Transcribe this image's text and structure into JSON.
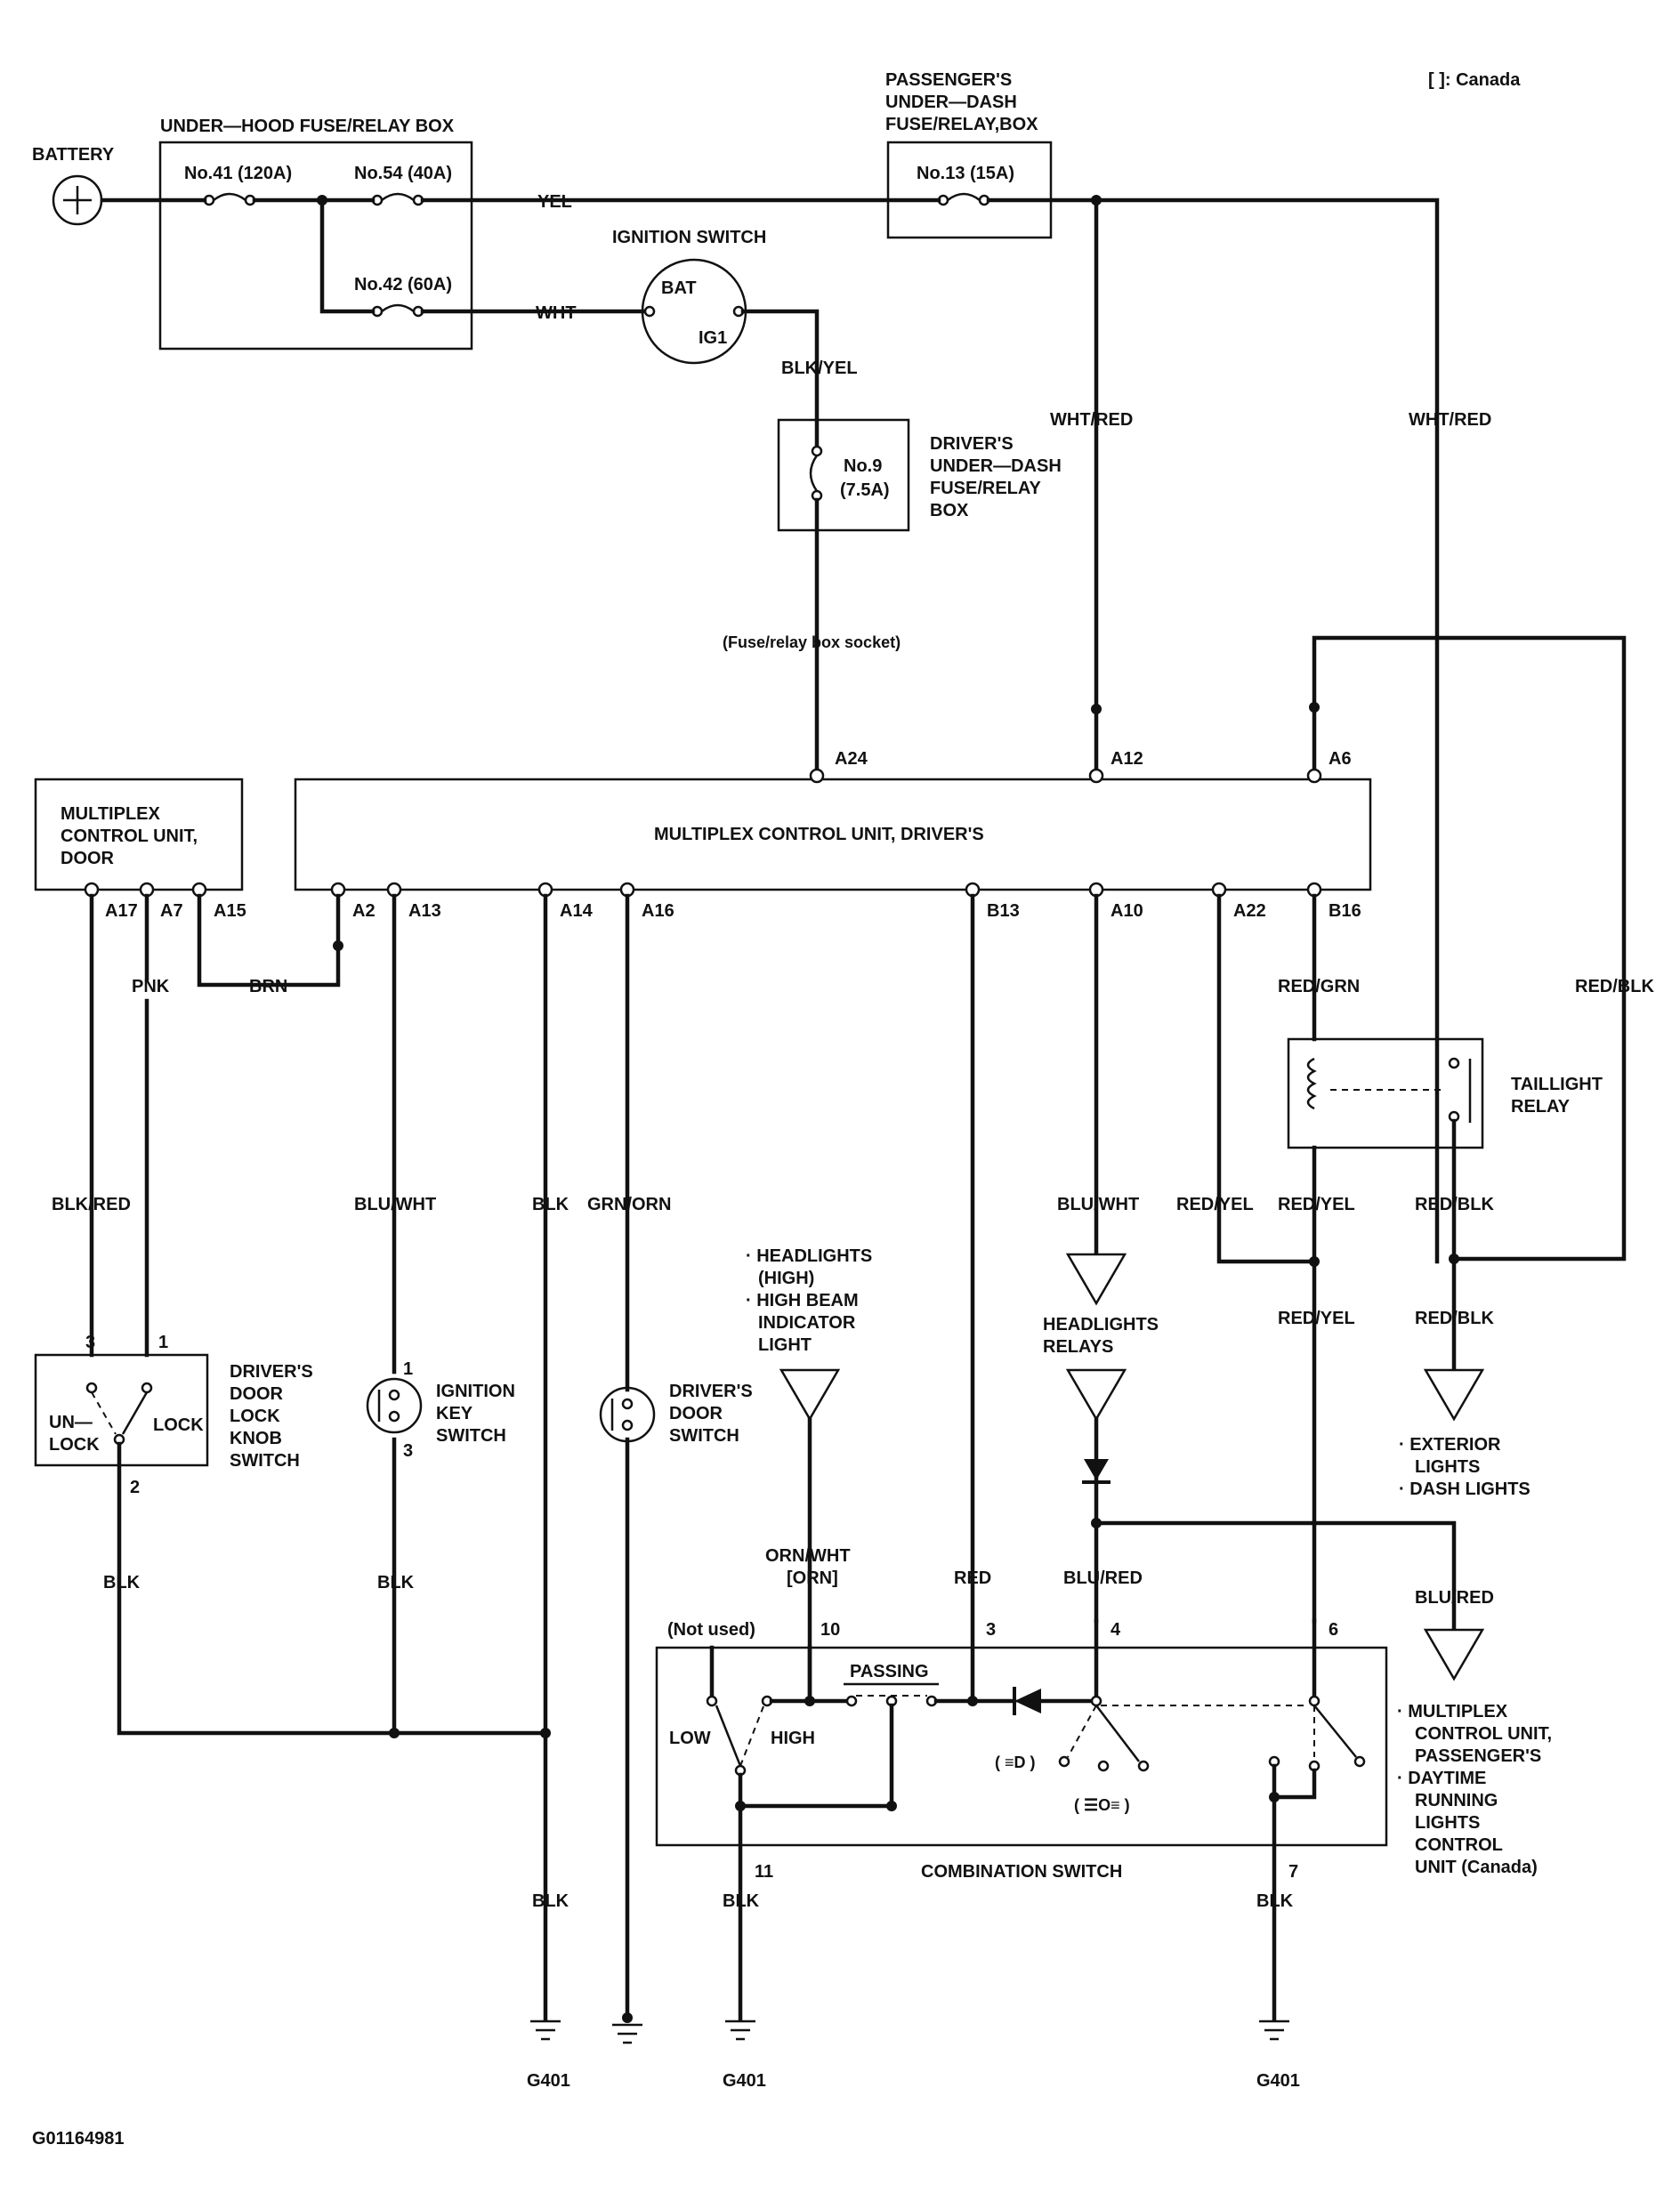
{
  "labels": {
    "canada_note": "[   ]: Canada",
    "battery": "BATTERY",
    "under_hood_box": "UNDER—HOOD FUSE/RELAY BOX",
    "fuse41": "No.41 (120A)",
    "fuse54": "No.54 (40A)",
    "fuse42": "No.42 (60A)",
    "passenger_box_1": "PASSENGER'S",
    "passenger_box_2": "UNDER—DASH",
    "passenger_box_3": "FUSE/RELAY,BOX",
    "fuse13": "No.13 (15A)",
    "ignition_switch": "IGNITION SWITCH",
    "bat": "BAT",
    "ig1": "IG1",
    "driver_box_1": "DRIVER'S",
    "driver_box_2": "UNDER—DASH",
    "driver_box_3": "FUSE/RELAY",
    "driver_box_4": "BOX",
    "fuse9_a": "No.9",
    "fuse9_b": "(7.5A)",
    "socket_note": "(Fuse/relay box socket)",
    "mcu_door_1": "MULTIPLEX",
    "mcu_door_2": "CONTROL UNIT,",
    "mcu_door_3": "DOOR",
    "mcu_driver": "MULTIPLEX CONTROL UNIT, DRIVER'S",
    "taillight_relay_1": "TAILLIGHT",
    "taillight_relay_2": "RELAY",
    "door_lock_1": "DRIVER'S",
    "door_lock_2": "DOOR",
    "door_lock_3": "LOCK",
    "door_lock_4": "KNOB",
    "door_lock_5": "SWITCH",
    "unlock_1": "UN—",
    "unlock_2": "LOCK",
    "lock": "LOCK",
    "ign_key_1": "IGNITION",
    "ign_key_2": "KEY",
    "ign_key_3": "SWITCH",
    "door_sw_1": "DRIVER'S",
    "door_sw_2": "DOOR",
    "door_sw_3": "SWITCH",
    "hl_high_1": "· HEADLIGHTS",
    "hl_high_2": "(HIGH)",
    "hl_high_3": "· HIGH BEAM",
    "hl_high_4": "INDICATOR",
    "hl_high_5": "LIGHT",
    "hl_relays_1": "HEADLIGHTS",
    "hl_relays_2": "RELAYS",
    "ext_1": "·  EXTERIOR",
    "ext_2": "LIGHTS",
    "ext_3": "·  DASH LIGHTS",
    "mcu_pass_1": "·  MULTIPLEX",
    "mcu_pass_2": "CONTROL UNIT,",
    "mcu_pass_3": "PASSENGER'S",
    "mcu_pass_4": "·  DAYTIME",
    "mcu_pass_5": "RUNNING",
    "mcu_pass_6": "LIGHTS",
    "mcu_pass_7": "CONTROL",
    "mcu_pass_8": "UNIT (Canada)",
    "not_used": "(Not used)",
    "passing": "PASSING",
    "low": "LOW",
    "high": "HIGH",
    "combo_switch": "COMBINATION SWITCH",
    "pos_icon_1": "( ≡D )",
    "pos_icon_2": "( ☰O≡ )",
    "ground_a": "G401",
    "ground_b": "G401",
    "ground_c": "G401",
    "figure_id": "G01164981"
  },
  "wires": {
    "yel": "YEL",
    "wht": "WHT",
    "blk_yel": "BLK/YEL",
    "wht_red_1": "WHT/RED",
    "wht_red_2": "WHT/RED",
    "pnk": "PNK",
    "brn": "BRN",
    "blk_red": "BLK/RED",
    "blu_wht_1": "BLU/WHT",
    "blk_1": "BLK",
    "grn_orn": "GRN/ORN",
    "blu_wht_2": "BLU/WHT",
    "red_grn": "RED/GRN",
    "red_blk_1": "RED/BLK",
    "red_yel_1": "RED/YEL",
    "red_yel_2": "RED/YEL",
    "red_blk_2": "RED/BLK",
    "red_yel_3": "RED/YEL",
    "red_blk_3": "RED/BLK",
    "blk_2": "BLK",
    "blk_3": "BLK",
    "orn_wht_1": "ORN/WHT",
    "orn_wht_2": "[ORN]",
    "red": "RED",
    "blu_red_1": "BLU/RED",
    "blu_red_2": "BLU/RED",
    "blk_4": "BLK",
    "blk_5": "BLK",
    "blk_6": "BLK"
  },
  "pins": {
    "a24": "A24",
    "a12": "A12",
    "a6": "A6",
    "a17": "A17",
    "a7": "A7",
    "a15": "A15",
    "a2": "A2",
    "a13": "A13",
    "a14": "A14",
    "a16": "A16",
    "b13": "B13",
    "a10": "A10",
    "a22": "A22",
    "b16": "B16",
    "p3": "3",
    "p1": "1",
    "p2": "2",
    "k1": "1",
    "k3": "3",
    "c10": "10",
    "c3": "3",
    "c4": "4",
    "c6": "6",
    "c11": "11",
    "c7": "7"
  }
}
